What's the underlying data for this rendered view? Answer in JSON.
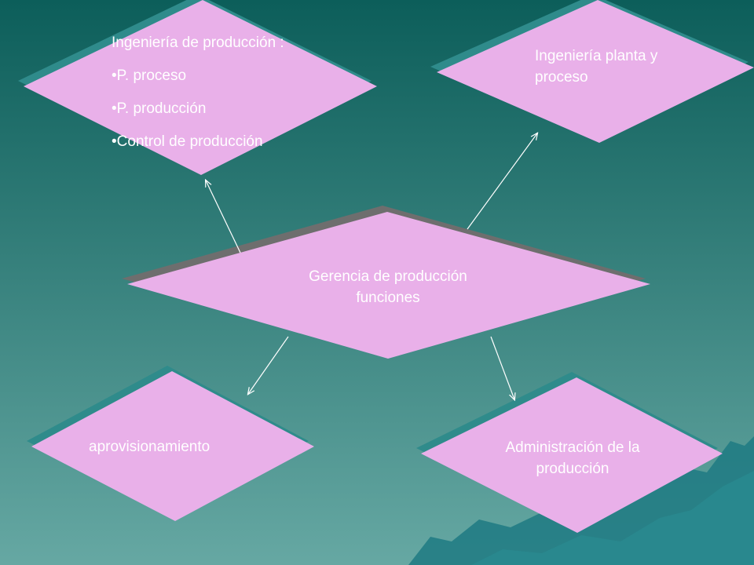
{
  "diagram": {
    "colors": {
      "background_top": "#0c5e5a",
      "background_bottom": "#66a8a3",
      "shape_fill": "#e9b0e9",
      "shape_shadow": "#2f8b8b",
      "center_shadow": "#6e6e6e",
      "arrow": "#ffffff",
      "text": "#ffffff",
      "mountain": "#1e7a82"
    },
    "top_left": {
      "heading": "Ingeniería de producción :",
      "items": [
        "P. proceso",
        "P. producción",
        "Control de producción"
      ]
    },
    "top_right": {
      "lines": [
        "Ingeniería planta y",
        "proceso"
      ]
    },
    "center": {
      "lines": [
        "Gerencia de producción",
        "funciones"
      ]
    },
    "bottom_left": {
      "label": "aprovisionamiento"
    },
    "bottom_right": {
      "lines": [
        "Administración de la",
        "producción"
      ]
    }
  }
}
